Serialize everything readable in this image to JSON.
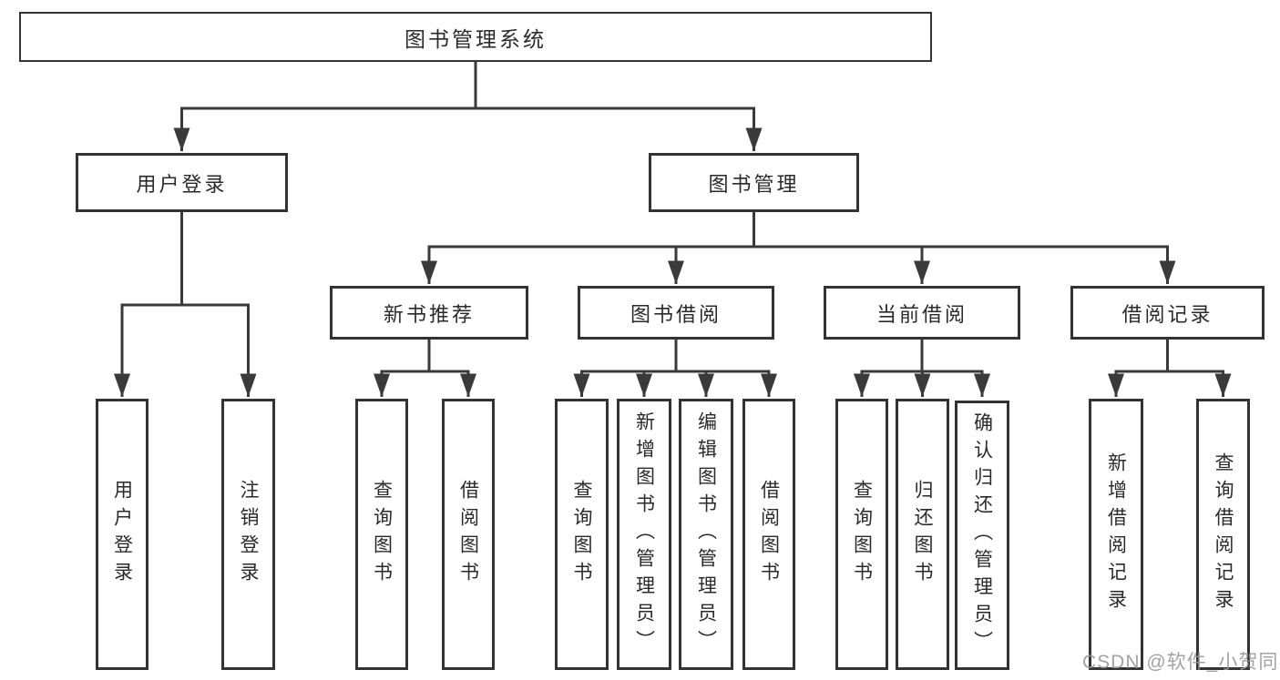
{
  "diagram": {
    "title": "图书管理系统",
    "root": {
      "label": "图书管理系统"
    },
    "level2": [
      {
        "label": "用户登录"
      },
      {
        "label": "图书管理"
      }
    ],
    "level3": [
      {
        "label": "新书推荐"
      },
      {
        "label": "图书借阅"
      },
      {
        "label": "当前借阅"
      },
      {
        "label": "借阅记录"
      }
    ],
    "leaves": [
      {
        "label": "用户登录",
        "parent": "用户登录"
      },
      {
        "label": "注销登录",
        "parent": "用户登录"
      },
      {
        "label": "查询图书",
        "parent": "新书推荐"
      },
      {
        "label": "借阅图书",
        "parent": "新书推荐"
      },
      {
        "label": "查询图书",
        "parent": "图书借阅"
      },
      {
        "label": "新增图书（管理员）",
        "parent": "图书借阅"
      },
      {
        "label": "编辑图书（管理员）",
        "parent": "图书借阅"
      },
      {
        "label": "借阅图书",
        "parent": "图书借阅"
      },
      {
        "label": "查询图书",
        "parent": "当前借阅"
      },
      {
        "label": "归还图书",
        "parent": "当前借阅"
      },
      {
        "label": "确认归还（管理员）",
        "parent": "当前借阅"
      },
      {
        "label": "新增借阅记录",
        "parent": "借阅记录"
      },
      {
        "label": "查询借阅记录",
        "parent": "借阅记录"
      }
    ],
    "colors": {
      "line": "#3a3a3a",
      "border": "#333333",
      "text": "#2a2a2a",
      "background": "#ffffff"
    }
  },
  "watermark": {
    "text": "CSDN @软件_小贺同学",
    "color": "#989898"
  }
}
